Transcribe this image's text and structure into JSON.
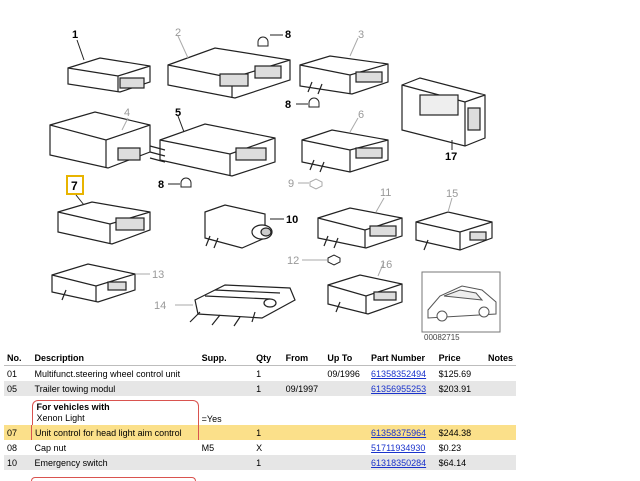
{
  "diagram": {
    "callouts": [
      "1",
      "2",
      "3",
      "4",
      "5",
      "6",
      "7",
      "8",
      "8",
      "8",
      "9",
      "10",
      "11",
      "12",
      "13",
      "14",
      "15",
      "16",
      "17"
    ],
    "image_id": "00082715",
    "selected_callout": "7",
    "accent": "#e8b400"
  },
  "table": {
    "headers": [
      "No.",
      "Description",
      "Supp.",
      "Qty",
      "From",
      "Up To",
      "Part Number",
      "Price",
      "Notes"
    ],
    "rows": [
      {
        "no": "01",
        "desc": "Multifunct.steering wheel control unit",
        "supp": "",
        "qty": "1",
        "from": "",
        "upto": "09/1996",
        "part": "61358352494",
        "price": "$125.69",
        "notes": ""
      },
      {
        "no": "05",
        "desc": "Trailer towing modul",
        "supp": "",
        "qty": "1",
        "from": "09/1997",
        "upto": "",
        "part": "61356955253",
        "price": "$203.91",
        "notes": ""
      },
      {
        "note_title": "For vehicles with",
        "note_text": "Xenon Light",
        "note_value": "=Yes"
      },
      {
        "no": "07",
        "desc": "Unit control for head light aim control",
        "supp": "",
        "qty": "1",
        "from": "",
        "upto": "",
        "part": "61358375964",
        "price": "$244.38",
        "notes": ""
      },
      {
        "no": "08",
        "desc": "Cap nut",
        "supp": "M5",
        "qty": "X",
        "from": "",
        "upto": "",
        "part": "51711934930",
        "price": "$0.23",
        "notes": ""
      },
      {
        "no": "10",
        "desc": "Emergency switch",
        "supp": "",
        "qty": "1",
        "from": "",
        "upto": "",
        "part": "61318350284",
        "price": "$64.14",
        "notes": ""
      }
    ]
  }
}
